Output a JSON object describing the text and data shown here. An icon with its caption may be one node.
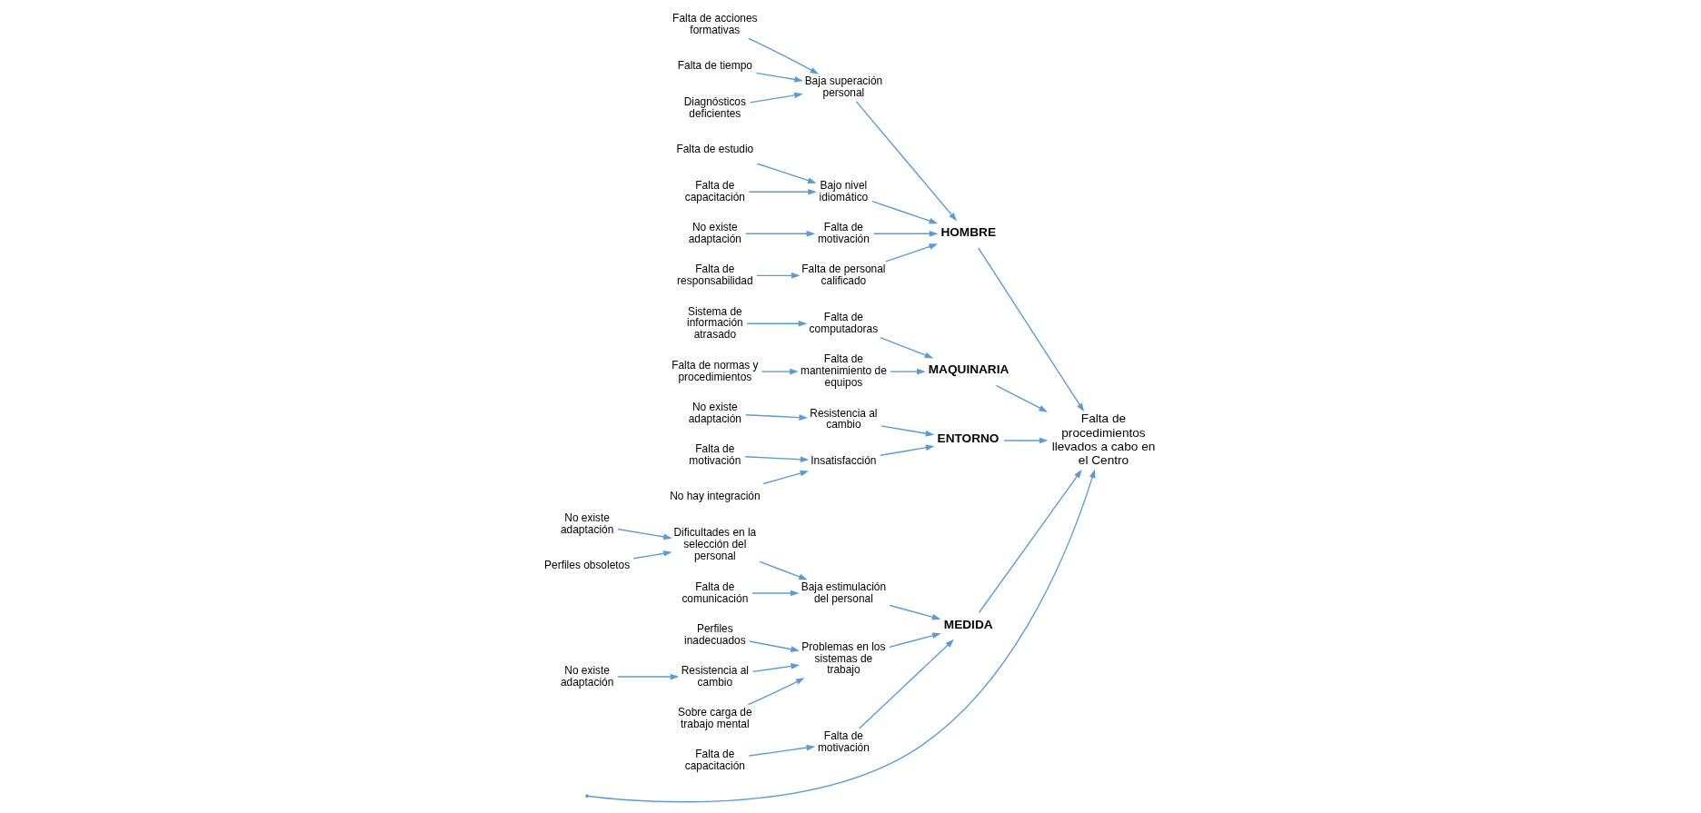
{
  "diagram": {
    "nodes": [
      {
        "text": [
          "Falta de procedimientos llevados a cabo en el Centro"
        ]
      },
      {
        "text": [
          "HOMBRE"
        ]
      },
      {
        "text": [
          "MAQUINARIA"
        ]
      },
      {
        "text": [
          "ENTORNO"
        ]
      },
      {
        "text": [
          "MEDIDA"
        ]
      },
      {
        "text": [
          "Baja superación personal"
        ]
      },
      {
        "text": [
          "Falta de acciones formativas"
        ]
      },
      {
        "text": [
          "Falta de tiempo"
        ]
      },
      {
        "text": [
          "Diagnósticos deficientes"
        ]
      },
      {
        "text": [
          "Falta de estudio"
        ]
      },
      {
        "text": [
          "Bajo nivel idiomático"
        ]
      },
      {
        "text": [
          "Falta de capacitación"
        ]
      },
      {
        "text": [
          "Falta de motivación"
        ]
      },
      {
        "text": [
          "No existe adaptación"
        ]
      },
      {
        "text": [
          "Falta de personal calificado"
        ]
      },
      {
        "text": [
          "Falta de responsabilidad"
        ]
      },
      {
        "text": [
          "Falta de computadoras"
        ]
      },
      {
        "text": [
          "Sistema de información atrasado"
        ]
      },
      {
        "text": [
          "Falta de mantenimiento de equipos"
        ]
      },
      {
        "text": [
          "Falta de normas y procedimientos"
        ]
      },
      {
        "text": [
          "Resistencia al cambio"
        ]
      },
      {
        "text": [
          "No existe adaptación"
        ]
      },
      {
        "text": [
          "Insatisfacción"
        ]
      },
      {
        "text": [
          "Falta de motivación"
        ]
      },
      {
        "text": [
          "No hay integración"
        ]
      },
      {
        "text": [
          "Dificultades en la selección del personal"
        ]
      },
      {
        "text": [
          "Baja estimulación del personal"
        ]
      },
      {
        "text": [
          "No existe adaptación"
        ]
      },
      {
        "text": [
          "Perfiles obsoletos"
        ]
      },
      {
        "text": [
          "Falta de comunicación"
        ]
      },
      {
        "text": [
          "Problemas en los sistemas de trabajo"
        ]
      },
      {
        "text": [
          "Perfiles inadecuados"
        ]
      },
      {
        "text": [
          "Resistencia al cambio"
        ]
      },
      {
        "text": [
          "No existe adaptación"
        ]
      },
      {
        "text": [
          "Sobre carga de trabajo mental"
        ]
      },
      {
        "text": [
          "Falta de motivación"
        ]
      },
      {
        "text": [
          "Falta de capacitación"
        ]
      }
    ],
    "edges": [
      {
        "from": null,
        "to": 0,
        "arrow": "to"
      },
      {
        "from": 1,
        "to": 0,
        "arrow": "to"
      },
      {
        "from": 2,
        "to": 0,
        "arrow": "to"
      },
      {
        "from": 3,
        "to": 0,
        "arrow": "to"
      },
      {
        "from": 4,
        "to": 0,
        "arrow": "to"
      },
      {
        "from": 5,
        "to": 1,
        "arrow": "to"
      },
      {
        "from": 6,
        "to": 5,
        "arrow": "to"
      },
      {
        "from": 7,
        "to": 5,
        "arrow": "to"
      },
      {
        "from": 8,
        "to": 5,
        "arrow": "to"
      },
      {
        "from": 9,
        "to": 10,
        "arrow": "to"
      },
      {
        "from": 10,
        "to": 1,
        "arrow": "to"
      },
      {
        "from": 11,
        "to": 10,
        "arrow": "to"
      },
      {
        "from": 12,
        "to": 1,
        "arrow": "to"
      },
      {
        "from": 13,
        "to": 12,
        "arrow": "to"
      },
      {
        "from": 14,
        "to": 1,
        "arrow": "to"
      },
      {
        "from": 15,
        "to": 14,
        "arrow": "to"
      },
      {
        "from": 16,
        "to": 2,
        "arrow": "to"
      },
      {
        "from": 17,
        "to": 16,
        "arrow": "to"
      },
      {
        "from": 18,
        "to": 2,
        "arrow": "to"
      },
      {
        "from": 19,
        "to": 18,
        "arrow": "to"
      },
      {
        "from": 20,
        "to": 3,
        "arrow": "to"
      },
      {
        "from": 21,
        "to": 20,
        "arrow": "to"
      },
      {
        "from": 22,
        "to": 3,
        "arrow": "to"
      },
      {
        "from": 23,
        "to": 22,
        "arrow": "to"
      },
      {
        "from": 24,
        "to": 22,
        "arrow": "to"
      },
      {
        "from": 25,
        "to": 26,
        "arrow": "to"
      },
      {
        "from": 26,
        "to": 4,
        "arrow": "to"
      },
      {
        "from": 27,
        "to": 25,
        "arrow": "to"
      },
      {
        "from": 28,
        "to": 25,
        "arrow": "to"
      },
      {
        "from": 29,
        "to": 26,
        "arrow": "to"
      },
      {
        "from": 30,
        "to": 4,
        "arrow": "to"
      },
      {
        "from": 31,
        "to": 30,
        "arrow": "to"
      },
      {
        "from": 32,
        "to": 30,
        "arrow": "to"
      },
      {
        "from": 33,
        "to": 32,
        "arrow": "to"
      },
      {
        "from": 34,
        "to": 30,
        "arrow": "to"
      },
      {
        "from": 35,
        "to": 4,
        "arrow": "to"
      },
      {
        "from": 36,
        "to": 35,
        "arrow": "to"
      }
    ]
  }
}
